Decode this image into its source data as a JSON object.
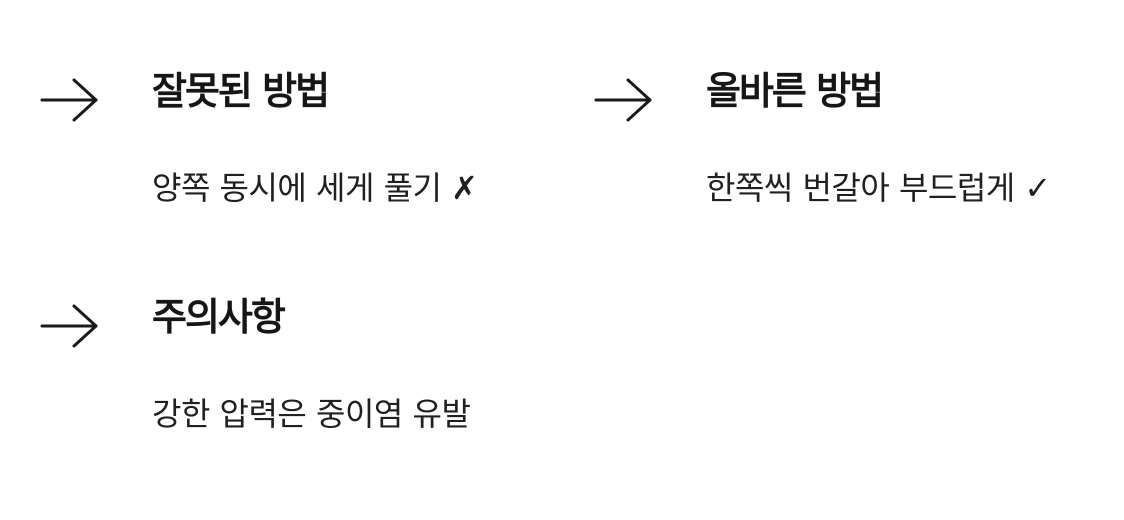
{
  "items": [
    {
      "icon": "right-arrow-icon",
      "title": "잘못된 방법",
      "description": "양쪽 동시에 세게 풀기 ✗"
    },
    {
      "icon": "right-arrow-icon",
      "title": "올바른 방법",
      "description": "한쪽씩 번갈아 부드럽게 ✓"
    },
    {
      "icon": "right-arrow-icon",
      "title": "주의사항",
      "description": "강한 압력은 중이염 유발"
    }
  ],
  "colors": {
    "text": "#1a1a1a",
    "background": "#ffffff"
  }
}
